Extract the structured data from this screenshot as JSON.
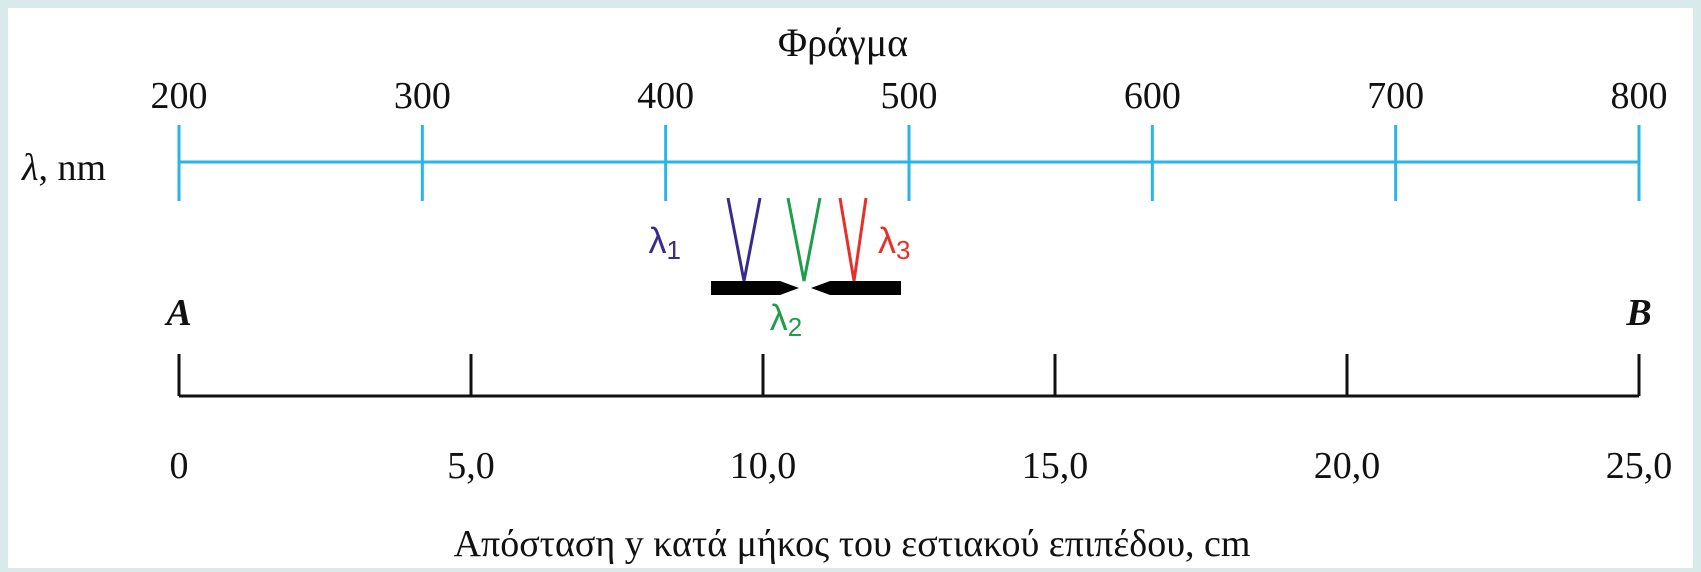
{
  "diagram": {
    "title": "Φράγμα",
    "wavelength_axis": {
      "label_symbol": "λ",
      "label_unit": ", nm",
      "ticks": [
        "200",
        "300",
        "400",
        "500",
        "600",
        "700",
        "800"
      ],
      "color": "#29b5e8"
    },
    "distance_axis": {
      "start_point": "A",
      "end_point": "B",
      "ticks": [
        "0",
        "5,0",
        "10,0",
        "15,0",
        "20,0",
        "25,0"
      ],
      "label": "Απόσταση y κατά μήκος του εστιακού επιπέδου, cm",
      "color": "#111111"
    },
    "beams": [
      {
        "symbol": "λ",
        "subscript": "1",
        "color": "#3b2a8c"
      },
      {
        "symbol": "λ",
        "subscript": "2",
        "color": "#1e9e4a"
      },
      {
        "symbol": "λ",
        "subscript": "3",
        "color": "#e8302a"
      }
    ],
    "slit_color": "#000000"
  }
}
